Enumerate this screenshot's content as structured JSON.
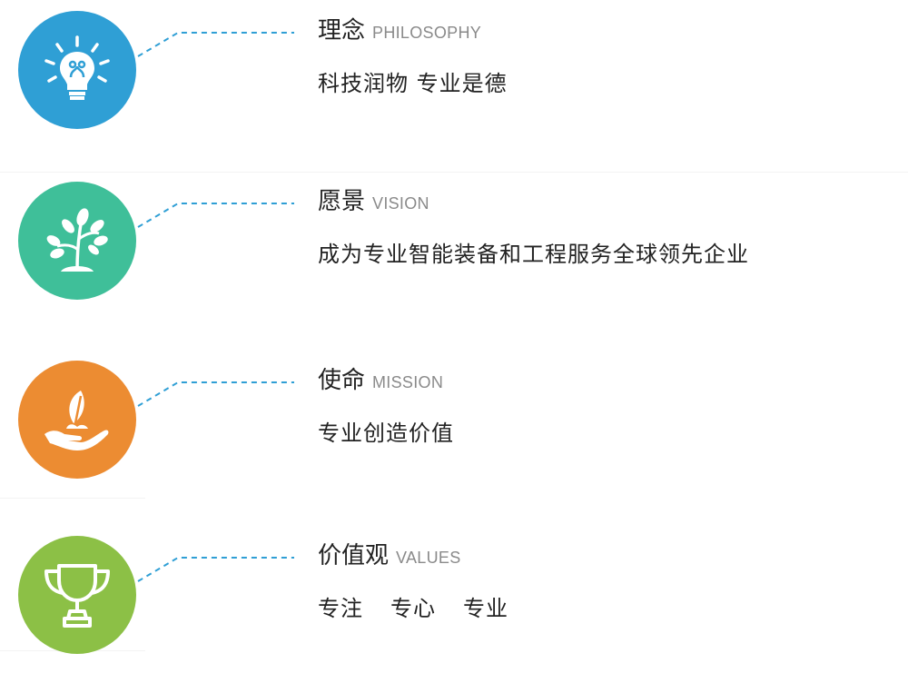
{
  "colors": {
    "philosophy": "#2f9fd5",
    "vision": "#3fbf99",
    "mission": "#ec8c32",
    "values": "#8cc046",
    "connector": "#2f9fd5"
  },
  "items": [
    {
      "key": "philosophy",
      "icon": "lightbulb-icon",
      "title": "理念",
      "subtitle": "PHILOSOPHY",
      "body": "科技润物 专业是德"
    },
    {
      "key": "vision",
      "icon": "sprout-icon",
      "title": "愿景",
      "subtitle": "VISION",
      "body": "成为专业智能装备和工程服务全球领先企业"
    },
    {
      "key": "mission",
      "icon": "hand-leaf-icon",
      "title": "使命",
      "subtitle": "MISSION",
      "body": "专业创造价值"
    },
    {
      "key": "values",
      "icon": "trophy-icon",
      "title": "价值观",
      "subtitle": "VALUES",
      "words": [
        "专注",
        "专心",
        "专业"
      ]
    }
  ]
}
